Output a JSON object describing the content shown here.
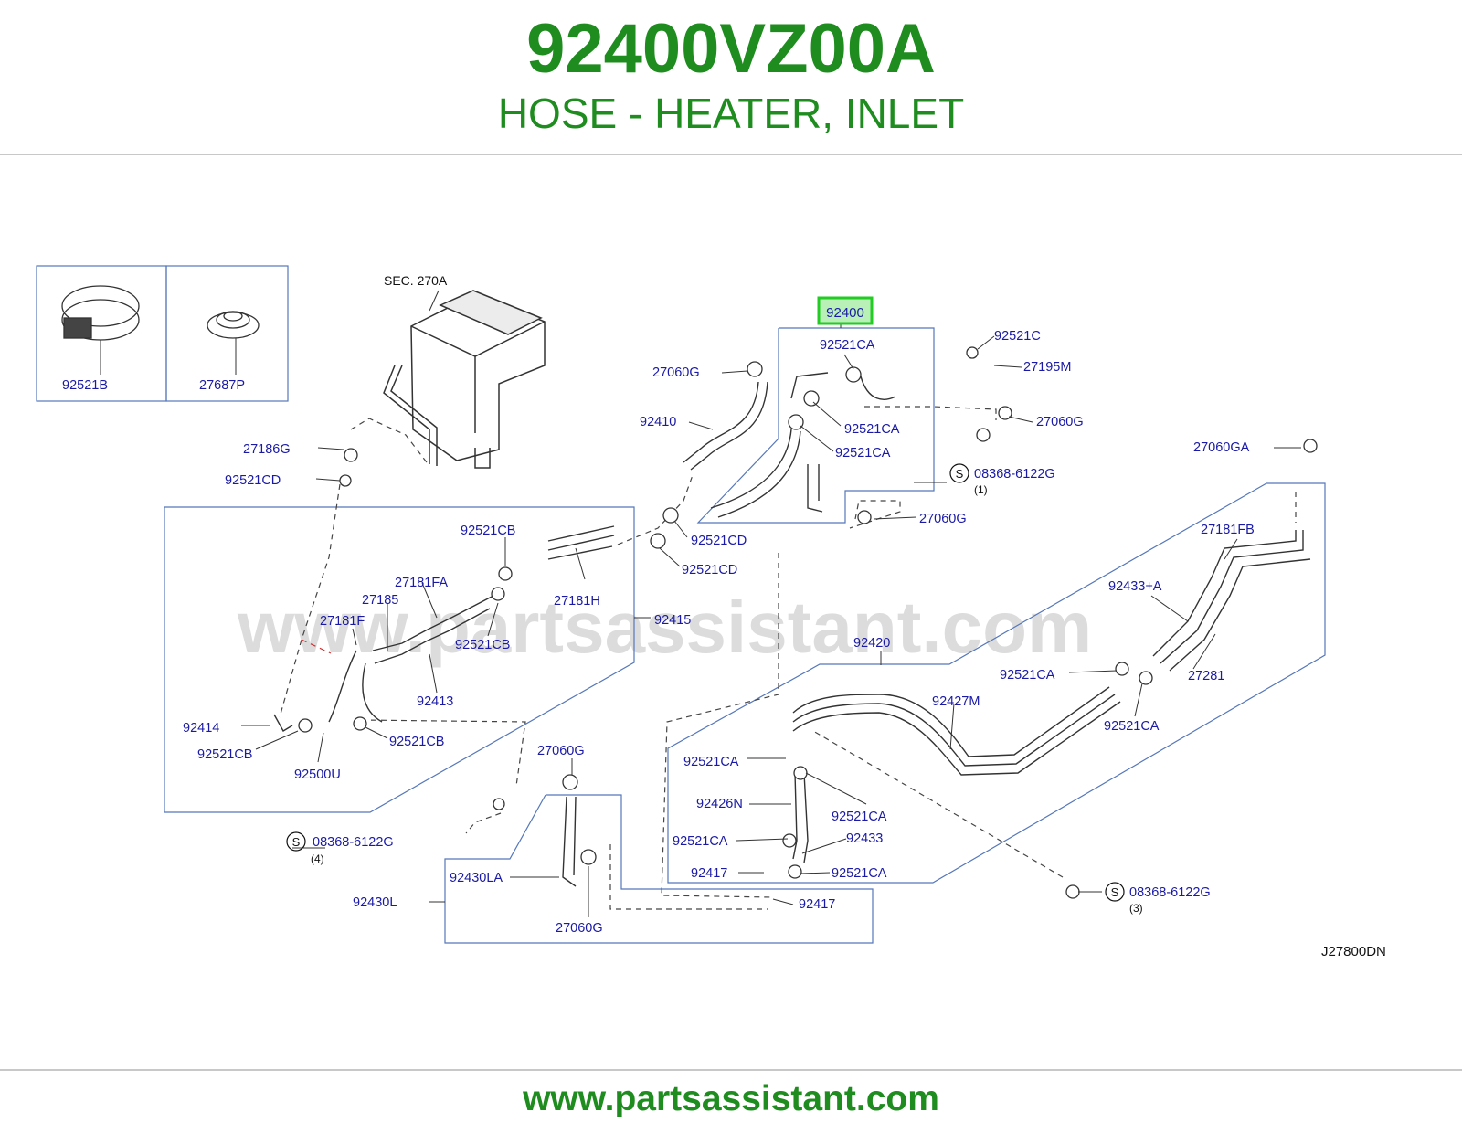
{
  "header": {
    "part_number": "92400VZ00A",
    "part_description": "HOSE - HEATER, INLET"
  },
  "diagram": {
    "diagram_code": "J27800DN",
    "watermark": "www.partsassistant.com",
    "highlighted_part": "92400",
    "section_ref": "SEC. 270A",
    "callouts": [
      {
        "id": "92521B",
        "label": "92521B"
      },
      {
        "id": "27687P",
        "label": "27687P"
      },
      {
        "id": "27060G-top",
        "label": "27060G"
      },
      {
        "id": "92410",
        "label": "92410"
      },
      {
        "id": "92521CA-a",
        "label": "92521CA"
      },
      {
        "id": "92521CA-b",
        "label": "92521CA"
      },
      {
        "id": "92521CA-c",
        "label": "92521CA"
      },
      {
        "id": "92521C",
        "label": "92521C"
      },
      {
        "id": "27195M",
        "label": "27195M"
      },
      {
        "id": "27060G-right",
        "label": "27060G"
      },
      {
        "id": "08368-6122G-1",
        "label": "08368-6122G"
      },
      {
        "id": "27060G-mid",
        "label": "27060G"
      },
      {
        "id": "27060GA",
        "label": "27060GA"
      },
      {
        "id": "27186G",
        "label": "27186G"
      },
      {
        "id": "92521CD-a",
        "label": "92521CD"
      },
      {
        "id": "92521CD-b",
        "label": "92521CD"
      },
      {
        "id": "92521CD-c",
        "label": "92521CD"
      },
      {
        "id": "92521CB-a",
        "label": "92521CB"
      },
      {
        "id": "27181FA",
        "label": "27181FA"
      },
      {
        "id": "27185",
        "label": "27185"
      },
      {
        "id": "27181F",
        "label": "27181F"
      },
      {
        "id": "27181H",
        "label": "27181H"
      },
      {
        "id": "92415",
        "label": "92415"
      },
      {
        "id": "92521CB-b",
        "label": "92521CB"
      },
      {
        "id": "92413",
        "label": "92413"
      },
      {
        "id": "92414",
        "label": "92414"
      },
      {
        "id": "92521CB-c",
        "label": "92521CB"
      },
      {
        "id": "92521CB-d",
        "label": "92521CB"
      },
      {
        "id": "92500U",
        "label": "92500U"
      },
      {
        "id": "08368-6122G-4",
        "label": "08368-6122G"
      },
      {
        "id": "27181FB",
        "label": "27181FB"
      },
      {
        "id": "92433A",
        "label": "92433+A"
      },
      {
        "id": "92420",
        "label": "92420"
      },
      {
        "id": "27281",
        "label": "27281"
      },
      {
        "id": "92521CA-d",
        "label": "92521CA"
      },
      {
        "id": "92427M",
        "label": "92427M"
      },
      {
        "id": "92521CA-e",
        "label": "92521CA"
      },
      {
        "id": "92521CA-f",
        "label": "92521CA"
      },
      {
        "id": "92426N",
        "label": "92426N"
      },
      {
        "id": "92521CA-g",
        "label": "92521CA"
      },
      {
        "id": "92521CA-h",
        "label": "92521CA"
      },
      {
        "id": "92433",
        "label": "92433"
      },
      {
        "id": "92417-a",
        "label": "92417"
      },
      {
        "id": "92521CA-i",
        "label": "92521CA"
      },
      {
        "id": "92417-b",
        "label": "92417"
      },
      {
        "id": "27060G-low",
        "label": "27060G"
      },
      {
        "id": "92430LA",
        "label": "92430LA"
      },
      {
        "id": "92430L",
        "label": "92430L"
      },
      {
        "id": "27060G-bottom",
        "label": "27060G"
      },
      {
        "id": "08368-6122G-3",
        "label": "08368-6122G"
      }
    ],
    "bolt_symbol": "S",
    "qty_notes": {
      "q1": "(1)",
      "q3": "(3)",
      "q4": "(4)"
    }
  },
  "footer": {
    "url": "www.partsassistant.com"
  },
  "colors": {
    "brand_green": "#1e8c1e",
    "label_blue": "#1a1aa6",
    "frame_blue": "#5577bb",
    "highlight": "#22cc22"
  }
}
